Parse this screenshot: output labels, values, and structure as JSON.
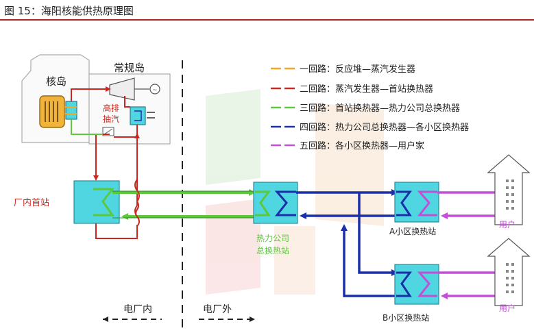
{
  "figure_title": "图 15：海阳核能供热原理图",
  "labels": {
    "nuclear_island": "核岛",
    "conventional_island": "常规岛",
    "high_extraction_1": "高排",
    "high_extraction_2": "抽汽",
    "plant_station": "厂内首站",
    "company_station_1": "热力公司",
    "company_station_2": "总换热站",
    "station_a": "A小区换热站",
    "station_b": "B小区换热站",
    "user_a": "用户",
    "user_b": "用户",
    "inside_plant": "电厂内",
    "outside_plant": "电厂外"
  },
  "legend": [
    {
      "text": "一回路：反应堆—蒸汽发生器",
      "color": "#f5a623"
    },
    {
      "text": "二回路：蒸汽发生器—首站换热器",
      "color": "#c8281e"
    },
    {
      "text": "三回路：首站换热器—热力公司总换热器",
      "color": "#5cc83c"
    },
    {
      "text": "四回路：热力公司总换热器—各小区换热器",
      "color": "#1a2fa8"
    },
    {
      "text": "五回路：各小区换热器—用户家",
      "color": "#c24fd6"
    }
  ],
  "colors": {
    "loop1": "#f5a623",
    "loop2": "#c8281e",
    "loop3": "#5cc83c",
    "loop4": "#1a2fa8",
    "loop5": "#c24fd6",
    "exchanger_fill": "#4fd6e0"
  }
}
